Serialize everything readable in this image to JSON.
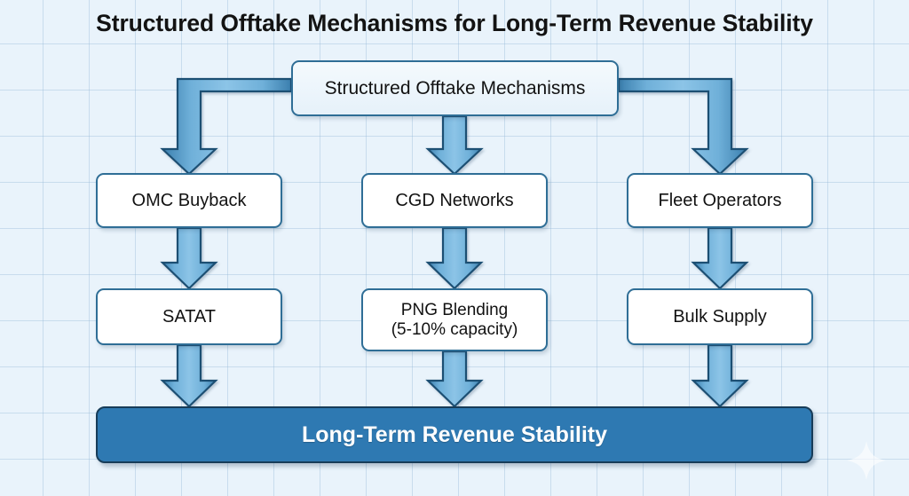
{
  "title": "Structured Offtake Mechanisms for Long-Term Revenue Stability",
  "colors": {
    "background": "#e9f3fb",
    "grid_line": "#96b9d7",
    "node_border": "#2f6e96",
    "node_fill": "#ffffff",
    "root_fill": "#eef6fc",
    "terminal_fill": "#2e79b2",
    "terminal_border": "#173c58",
    "terminal_text": "#ffffff",
    "connector_dark": "#2f6e96",
    "connector_light": "#8fc2e4",
    "title_text": "#131313"
  },
  "diagram": {
    "type": "flowchart",
    "root": {
      "id": "root",
      "label": "Structured Offtake Mechanisms"
    },
    "branches": [
      {
        "id": "branch-omc",
        "level1": {
          "id": "omc-buyback",
          "label": "OMC Buyback"
        },
        "level2": {
          "id": "satat",
          "label": "SATAT",
          "lines": [
            "SATAT"
          ]
        }
      },
      {
        "id": "branch-cgd",
        "level1": {
          "id": "cgd-networks",
          "label": "CGD Networks"
        },
        "level2": {
          "id": "png-blending",
          "label": "PNG Blending (5-10% capacity)",
          "lines": [
            "PNG Blending",
            "(5-10% capacity)"
          ]
        }
      },
      {
        "id": "branch-fleet",
        "level1": {
          "id": "fleet-operators",
          "label": "Fleet Operators"
        },
        "level2": {
          "id": "bulk-supply",
          "label": "Bulk Supply",
          "lines": [
            "Bulk Supply"
          ]
        }
      }
    ],
    "terminal": {
      "id": "long-term-revenue-stability",
      "label": "Long-Term Revenue Stability"
    },
    "edges": [
      {
        "from": "root",
        "to": "omc-buyback",
        "style": "elbow-left"
      },
      {
        "from": "root",
        "to": "cgd-networks",
        "style": "straight"
      },
      {
        "from": "root",
        "to": "fleet-operators",
        "style": "elbow-right"
      },
      {
        "from": "omc-buyback",
        "to": "satat",
        "style": "straight"
      },
      {
        "from": "cgd-networks",
        "to": "png-blending",
        "style": "straight"
      },
      {
        "from": "fleet-operators",
        "to": "bulk-supply",
        "style": "straight"
      },
      {
        "from": "satat",
        "to": "long-term-revenue-stability",
        "style": "straight"
      },
      {
        "from": "png-blending",
        "to": "long-term-revenue-stability",
        "style": "straight"
      },
      {
        "from": "bulk-supply",
        "to": "long-term-revenue-stability",
        "style": "straight"
      }
    ]
  },
  "watermark": {
    "icon": "sparkle-icon"
  }
}
